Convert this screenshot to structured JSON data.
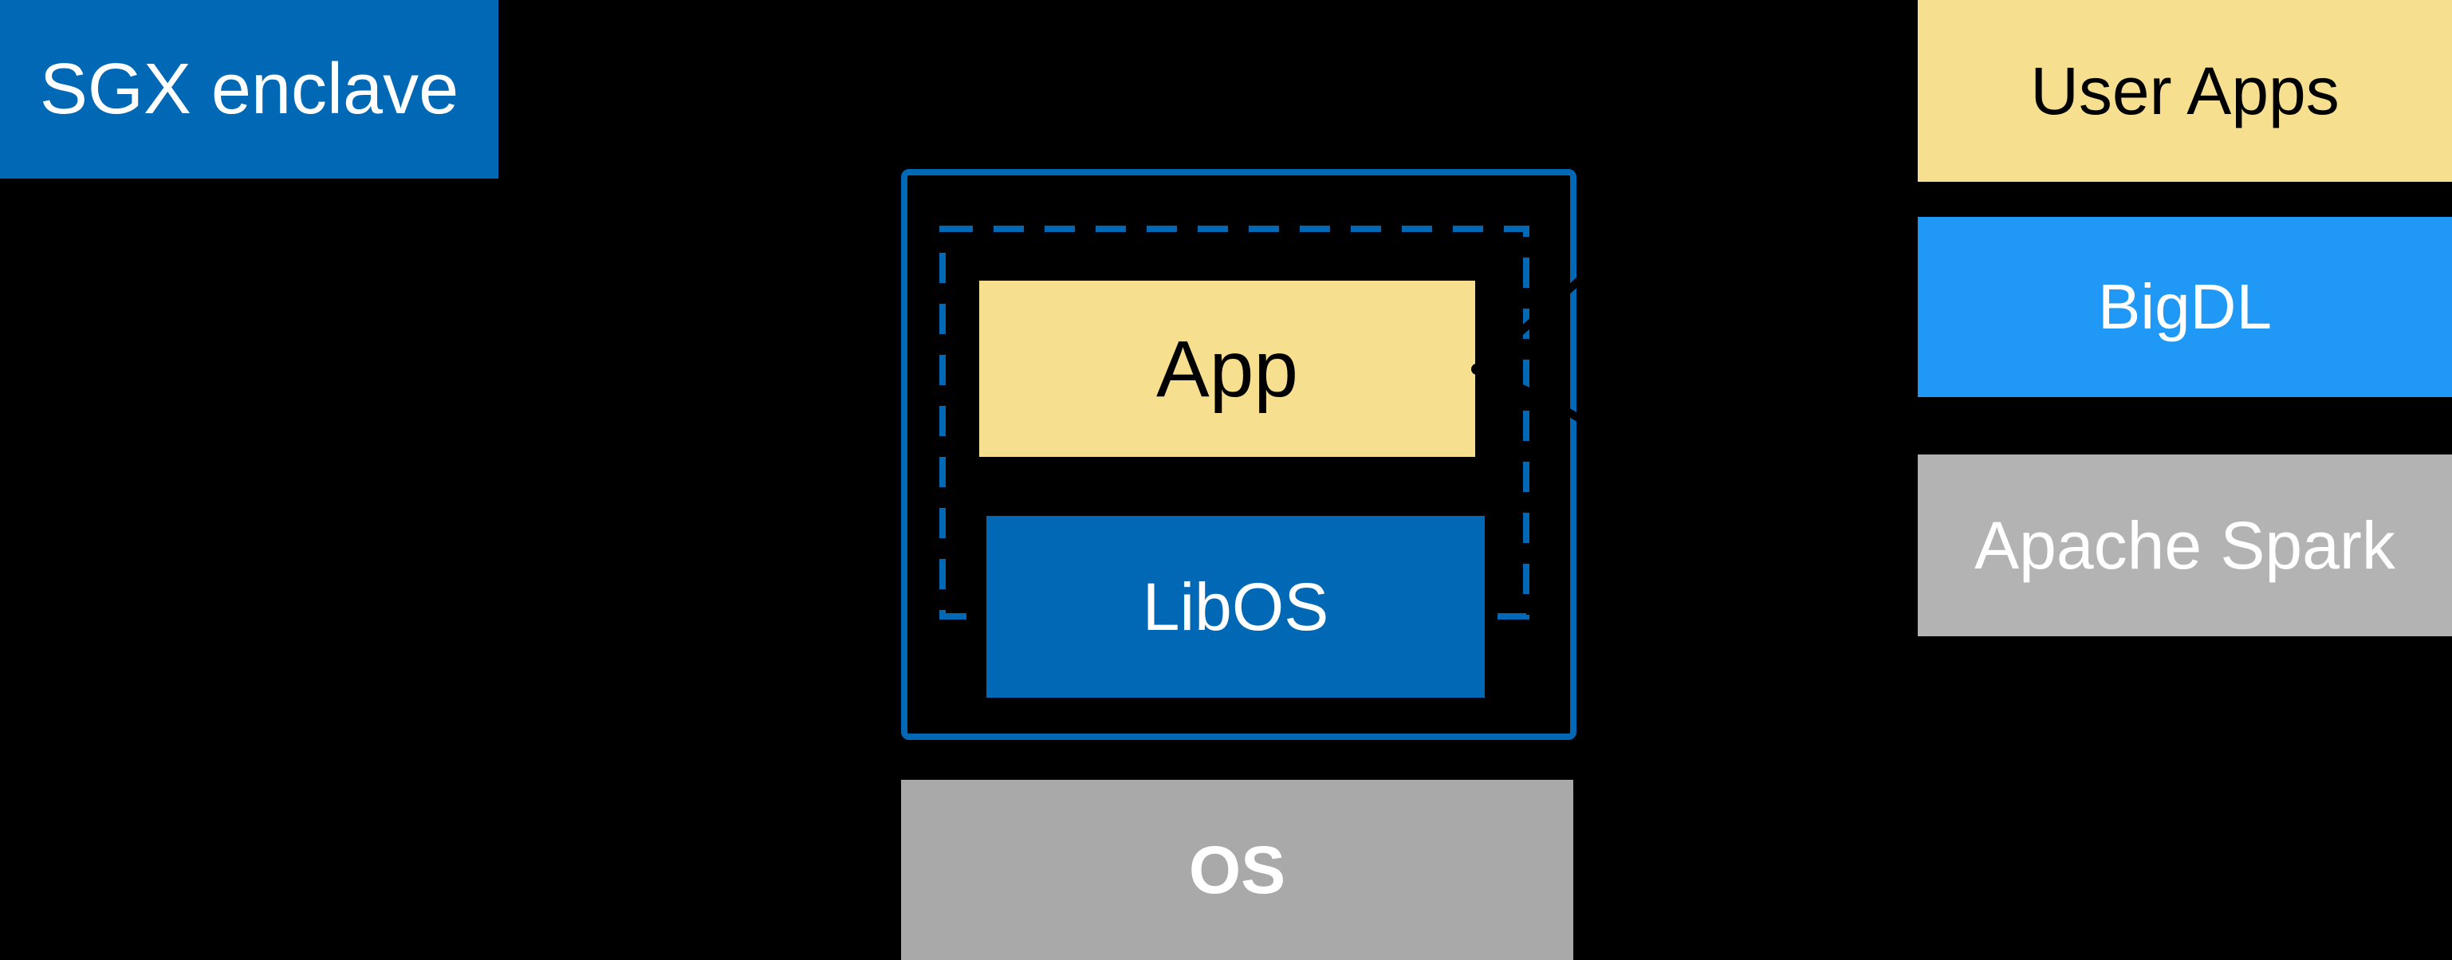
{
  "colors": {
    "background": "#000000",
    "intel-blue": "#0068B5",
    "bigdl-blue": "#1F99F5",
    "app-yellow": "#F6DF8E",
    "spark-gray": "#B3B3B3",
    "os-gray": "#A9A9A9",
    "arrow-black": "#000000",
    "text-white": "#FFFFFF",
    "text-black": "#000000"
  },
  "diagram": {
    "sgx": {
      "label": "SGX enclave"
    },
    "enclave": {
      "app": {
        "label": "App"
      },
      "libos": {
        "label": "LibOS"
      }
    },
    "os": {
      "label": "OS"
    },
    "stack": {
      "items": [
        {
          "label": "User Apps"
        },
        {
          "label": "BigDL"
        },
        {
          "label": "Apache Spark"
        }
      ]
    }
  }
}
